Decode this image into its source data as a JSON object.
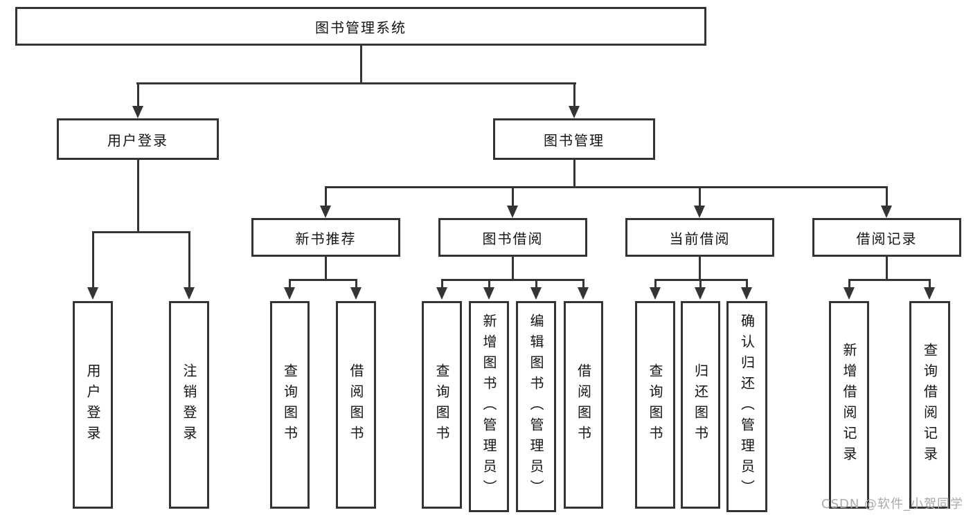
{
  "colors": {
    "line": "#343434",
    "text": "#141414",
    "background": "#ffffff",
    "watermark": "#a9a9a9"
  },
  "root": {
    "label": "图书管理系统"
  },
  "modules": {
    "user_login": {
      "label": "用户登录",
      "children": [
        "用户登录",
        "注销登录"
      ]
    },
    "book_mgmt": {
      "label": "图书管理"
    }
  },
  "sections": [
    {
      "label": "新书推荐",
      "children": [
        "查询图书",
        "借阅图书"
      ]
    },
    {
      "label": "图书借阅",
      "children": [
        "查询图书",
        "新增图书（管理员）",
        "编辑图书（管理员）",
        "借阅图书"
      ]
    },
    {
      "label": "当前借阅",
      "children": [
        "查询图书",
        "归还图书",
        "确认归还（管理员）"
      ]
    },
    {
      "label": "借阅记录",
      "children": [
        "新增借阅记录",
        "查询借阅记录"
      ]
    }
  ],
  "watermark": "CSDN @软件_小贺同学"
}
